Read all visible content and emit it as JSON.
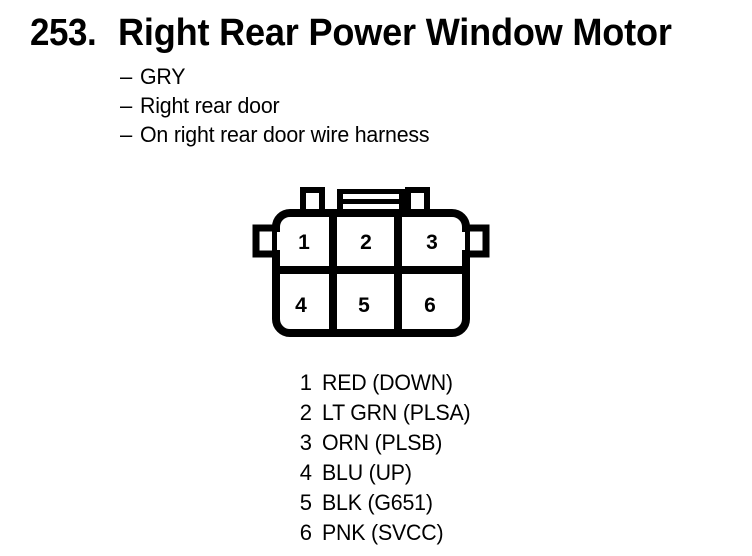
{
  "header": {
    "number": "253.",
    "title": "Right Rear Power Window Motor"
  },
  "bullets": [
    {
      "dash": "–",
      "text": "GRY"
    },
    {
      "dash": "–",
      "text": "Right rear door"
    },
    {
      "dash": "–",
      "text": "On right rear door wire harness"
    }
  ],
  "connector": {
    "name": "6-way-connector-diagram",
    "rows": 2,
    "columns": 3,
    "cavities": [
      {
        "number": "1",
        "row": 1,
        "column": 1
      },
      {
        "number": "2",
        "row": 1,
        "column": 2
      },
      {
        "number": "3",
        "row": 1,
        "column": 3
      },
      {
        "number": "4",
        "row": 2,
        "column": 1
      },
      {
        "number": "5",
        "row": 2,
        "column": 2
      },
      {
        "number": "6",
        "row": 2,
        "column": 3
      }
    ],
    "features": {
      "left_ear": "locking-ear-left",
      "right_ear": "locking-ear-right",
      "top_tab_left": "alignment-tab-left",
      "top_tab_right": "alignment-tab-right",
      "center_latch": "center-latch-slots"
    },
    "line_color": "#000000",
    "fill_color": "#ffffff"
  },
  "legend": [
    {
      "pin": "1",
      "label": "RED (DOWN)"
    },
    {
      "pin": "2",
      "label": "LT GRN (PLSA)"
    },
    {
      "pin": "3",
      "label": "ORN (PLSB)"
    },
    {
      "pin": "4",
      "label": "BLU (UP)"
    },
    {
      "pin": "5",
      "label": "BLK (G651)"
    },
    {
      "pin": "6",
      "label": "PNK (SVCC)"
    }
  ]
}
